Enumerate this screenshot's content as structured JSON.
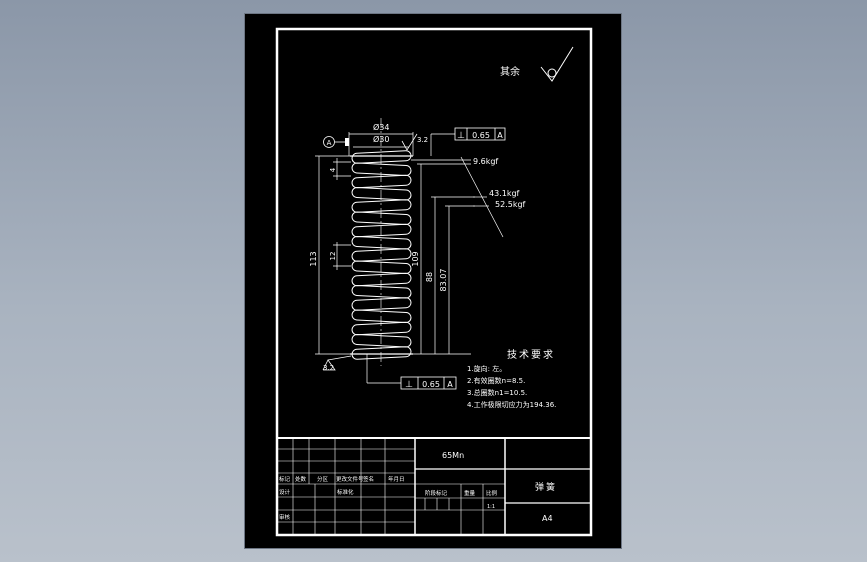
{
  "drawing": {
    "roughness_other": "其余",
    "datum_letter": "A",
    "dims": {
      "outer_dia": "Ø34",
      "inner_dia": "Ø30",
      "pitch": "4",
      "wire_gap": "12",
      "free_length": "113",
      "length_1": "109",
      "length_2": "88",
      "length_3": "83.07"
    },
    "roughness_top": "3.2",
    "roughness_bottom": "3.2",
    "tolerance_top": {
      "symbol": "⊥",
      "value": "0.65",
      "datum": "A"
    },
    "tolerance_bottom": {
      "symbol": "⊥",
      "value": "0.65",
      "datum": "A"
    },
    "forces": [
      "9.6kgf",
      "43.1kgf",
      "52.5kgf"
    ],
    "tech_req": {
      "title": "技术要求",
      "items": [
        "1.旋向: 左。",
        "2.有效圈数n=8.5.",
        "3.总圈数n1=10.5.",
        "4.工作极限切应力为194.36."
      ]
    }
  },
  "title_block": {
    "material": "65Mn",
    "part_name": "弹簧",
    "size": "A4",
    "scale_value": "1:1",
    "labels": {
      "mark": "标记",
      "count": "处数",
      "zone": "分区",
      "change_doc": "更改文件号",
      "signature": "签名",
      "date": "年月日",
      "design": "设计",
      "standardize": "标准化",
      "review": "审核",
      "stage_mark": "阶段标记",
      "weight": "重量",
      "scale": "比例"
    }
  }
}
